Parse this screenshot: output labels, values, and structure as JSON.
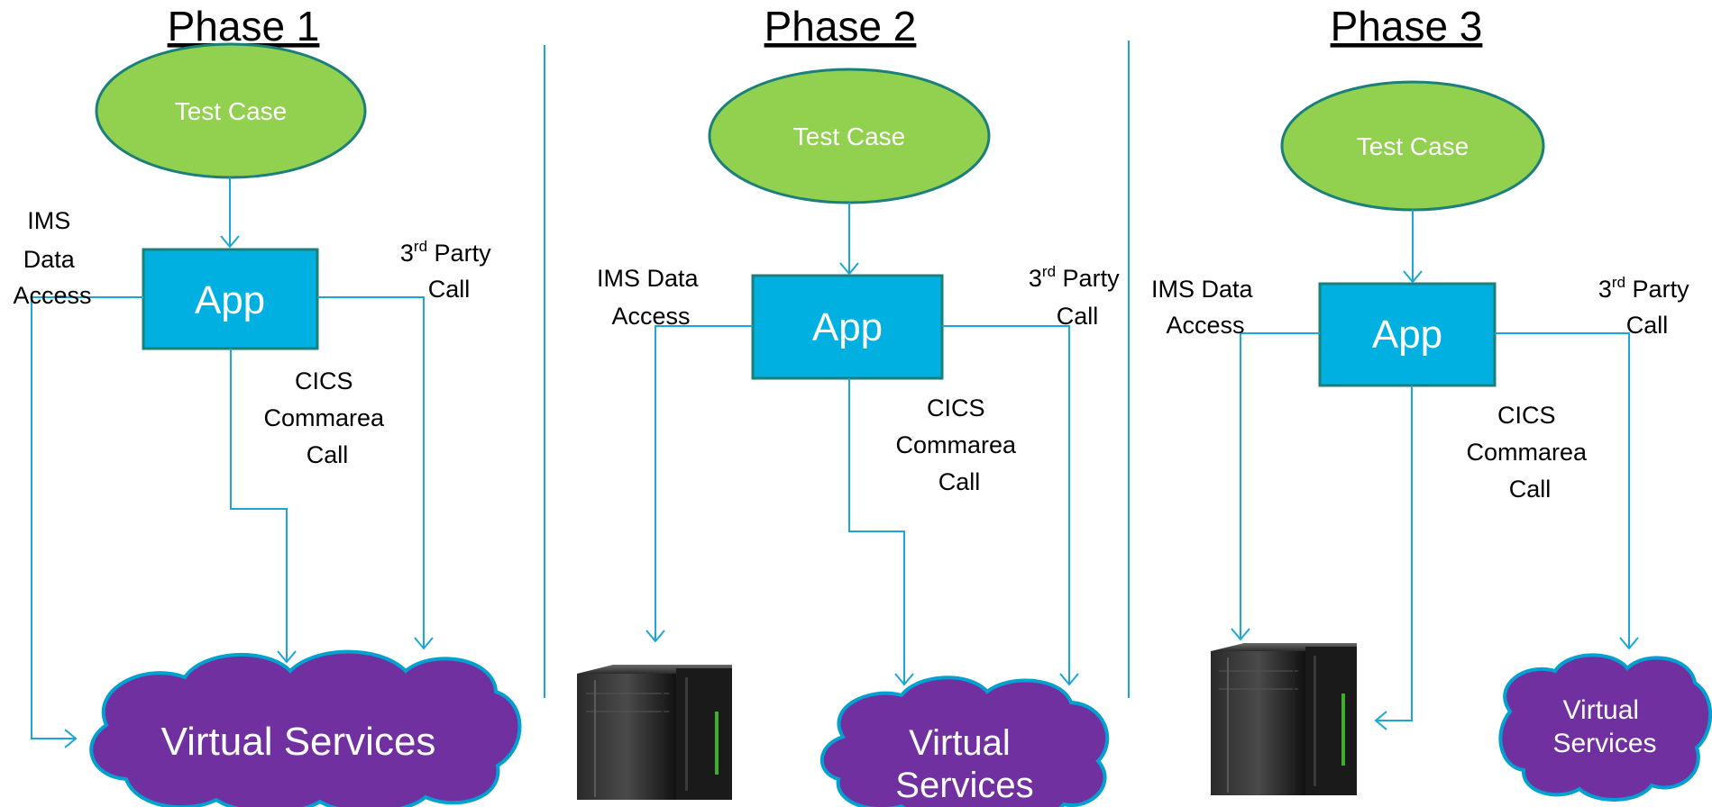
{
  "colors": {
    "ellipse_fill": "#92d050",
    "ellipse_stroke": "#1b7f7a",
    "app_fill": "#00b0e0",
    "app_stroke": "#1b7f7a",
    "cloud_fill": "#7030a0",
    "cloud_stroke": "#00a0d0",
    "connector": "#1aa6d9",
    "divider": "#1aa6d9"
  },
  "phases": [
    {
      "title": "Phase 1",
      "test_case": "Test Case",
      "app": "App",
      "ims_label": [
        "IMS",
        "Data",
        "Access"
      ],
      "cics_label": [
        "CICS",
        "Commarea",
        "Call"
      ],
      "third_party_prefix": "3",
      "third_party_sup": "rd",
      "third_party_rest": " Party",
      "third_party_call": "Call",
      "virtual_services": [
        "Virtual Services"
      ]
    },
    {
      "title": "Phase 2",
      "test_case": "Test Case",
      "app": "App",
      "ims_label": [
        "IMS Data",
        "Access"
      ],
      "cics_label": [
        "CICS",
        "Commarea",
        "Call"
      ],
      "third_party_prefix": "3",
      "third_party_sup": "rd",
      "third_party_rest": " Party",
      "third_party_call": "Call",
      "virtual_services": [
        "Virtual",
        "Services"
      ]
    },
    {
      "title": "Phase 3",
      "test_case": "Test Case",
      "app": "App",
      "ims_label": [
        "IMS Data",
        "Access"
      ],
      "cics_label": [
        "CICS",
        "Commarea",
        "Call"
      ],
      "third_party_prefix": "3",
      "third_party_sup": "rd",
      "third_party_rest": " Party",
      "third_party_call": "Call",
      "virtual_services": [
        "Virtual",
        "Services"
      ]
    }
  ]
}
